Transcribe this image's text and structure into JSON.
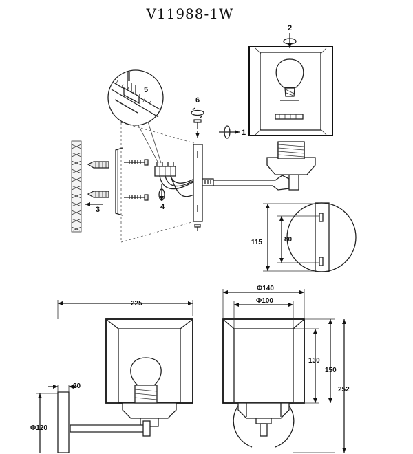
{
  "model": "V11988-1W",
  "steps": {
    "s1": "1",
    "s2": "2",
    "s3": "3",
    "s4": "4",
    "s5": "5",
    "s6": "6"
  },
  "dimensions": {
    "total_width": "225",
    "outer_diameter": "Φ140",
    "inner_diameter": "Φ100",
    "plate_height": "115",
    "hole_spacing": "80",
    "shade_height": "130",
    "body_height": "150",
    "total_height": "252",
    "plate_depth": "20",
    "plate_diameter": "Φ120"
  }
}
